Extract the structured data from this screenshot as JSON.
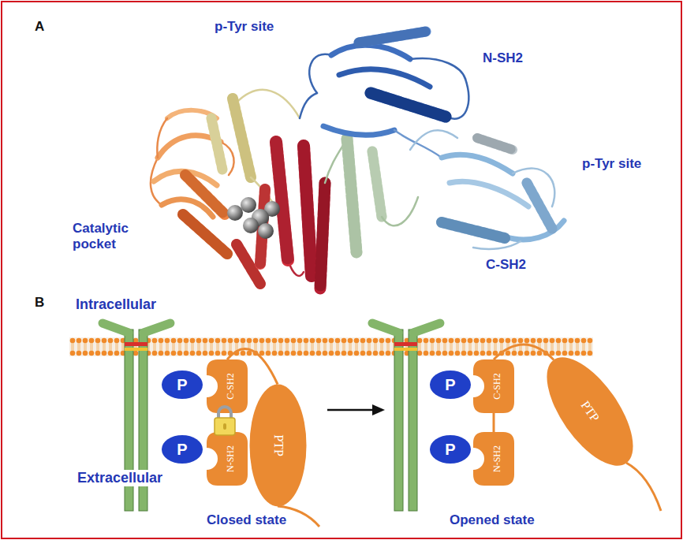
{
  "diagram": {
    "nodes": [
      {
        "text": [
          "P"
        ]
      },
      {
        "text": [
          "P"
        ]
      },
      {
        "text": [
          "C-SH2"
        ]
      },
      {
        "text": [
          "N-SH2"
        ]
      },
      {
        "text": [
          "PTP"
        ]
      },
      {
        "text": [
          "P"
        ]
      },
      {
        "text": [
          "P"
        ]
      },
      {
        "text": [
          "C-SH2"
        ]
      },
      {
        "text": [
          "N-SH2"
        ]
      },
      {
        "text": [
          "PTP"
        ]
      }
    ],
    "edges": [
      {
        "from": 2,
        "to": 4,
        "arrow": "none"
      },
      {
        "from": 8,
        "to": 7,
        "arrow": "none"
      },
      {
        "from": 7,
        "to": 9,
        "arrow": "none"
      }
    ],
    "labels": [
      "A",
      "p-Tyr site",
      "N-SH2",
      "p-Tyr site",
      "Catalytic pocket",
      "C-SH2",
      "B",
      "Intracellular",
      "Extracellular",
      "Closed state",
      "Opened state"
    ]
  }
}
